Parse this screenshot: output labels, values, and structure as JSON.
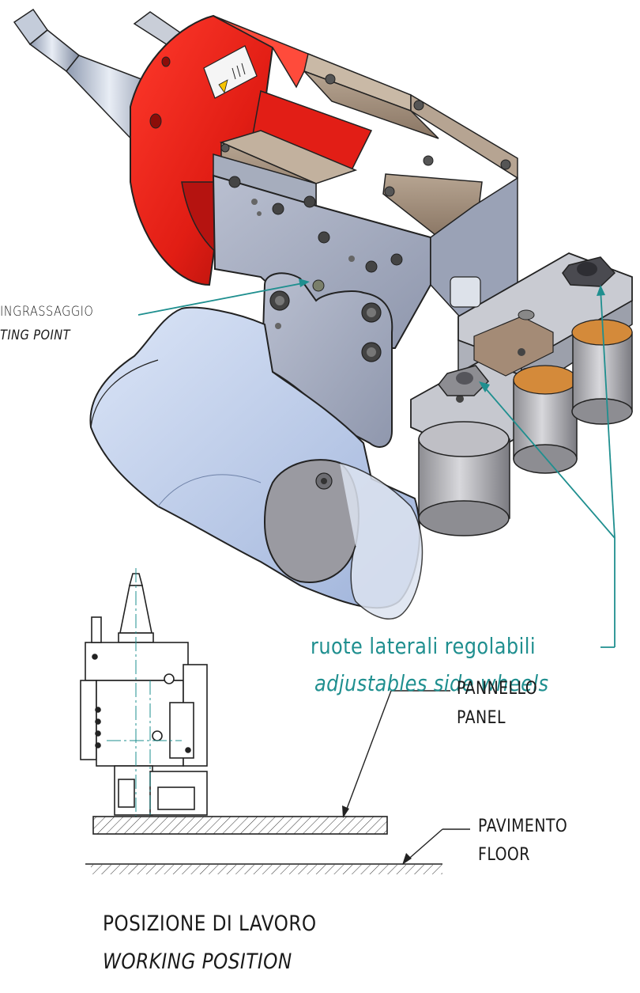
{
  "labels": {
    "grease_it": "INGRASSAGGIO",
    "grease_en": "TING POINT",
    "wheels_it": "ruote laterali regolabili",
    "wheels_en": "adjustables side wheels",
    "panel_it": "PANNELLO",
    "panel_en": "PANEL",
    "floor_it": "PAVIMENTO",
    "floor_en": "FLOOR",
    "pos_it": "POSIZIONE DI LAVORO",
    "pos_en": "WORKING POSITION"
  },
  "colors": {
    "housing_red": "#e5231d",
    "leader_teal": "#1f8f8f",
    "bronze": "#a08b78",
    "steel": "#b8c0cc",
    "shield_blue": "#b9c9e8"
  }
}
